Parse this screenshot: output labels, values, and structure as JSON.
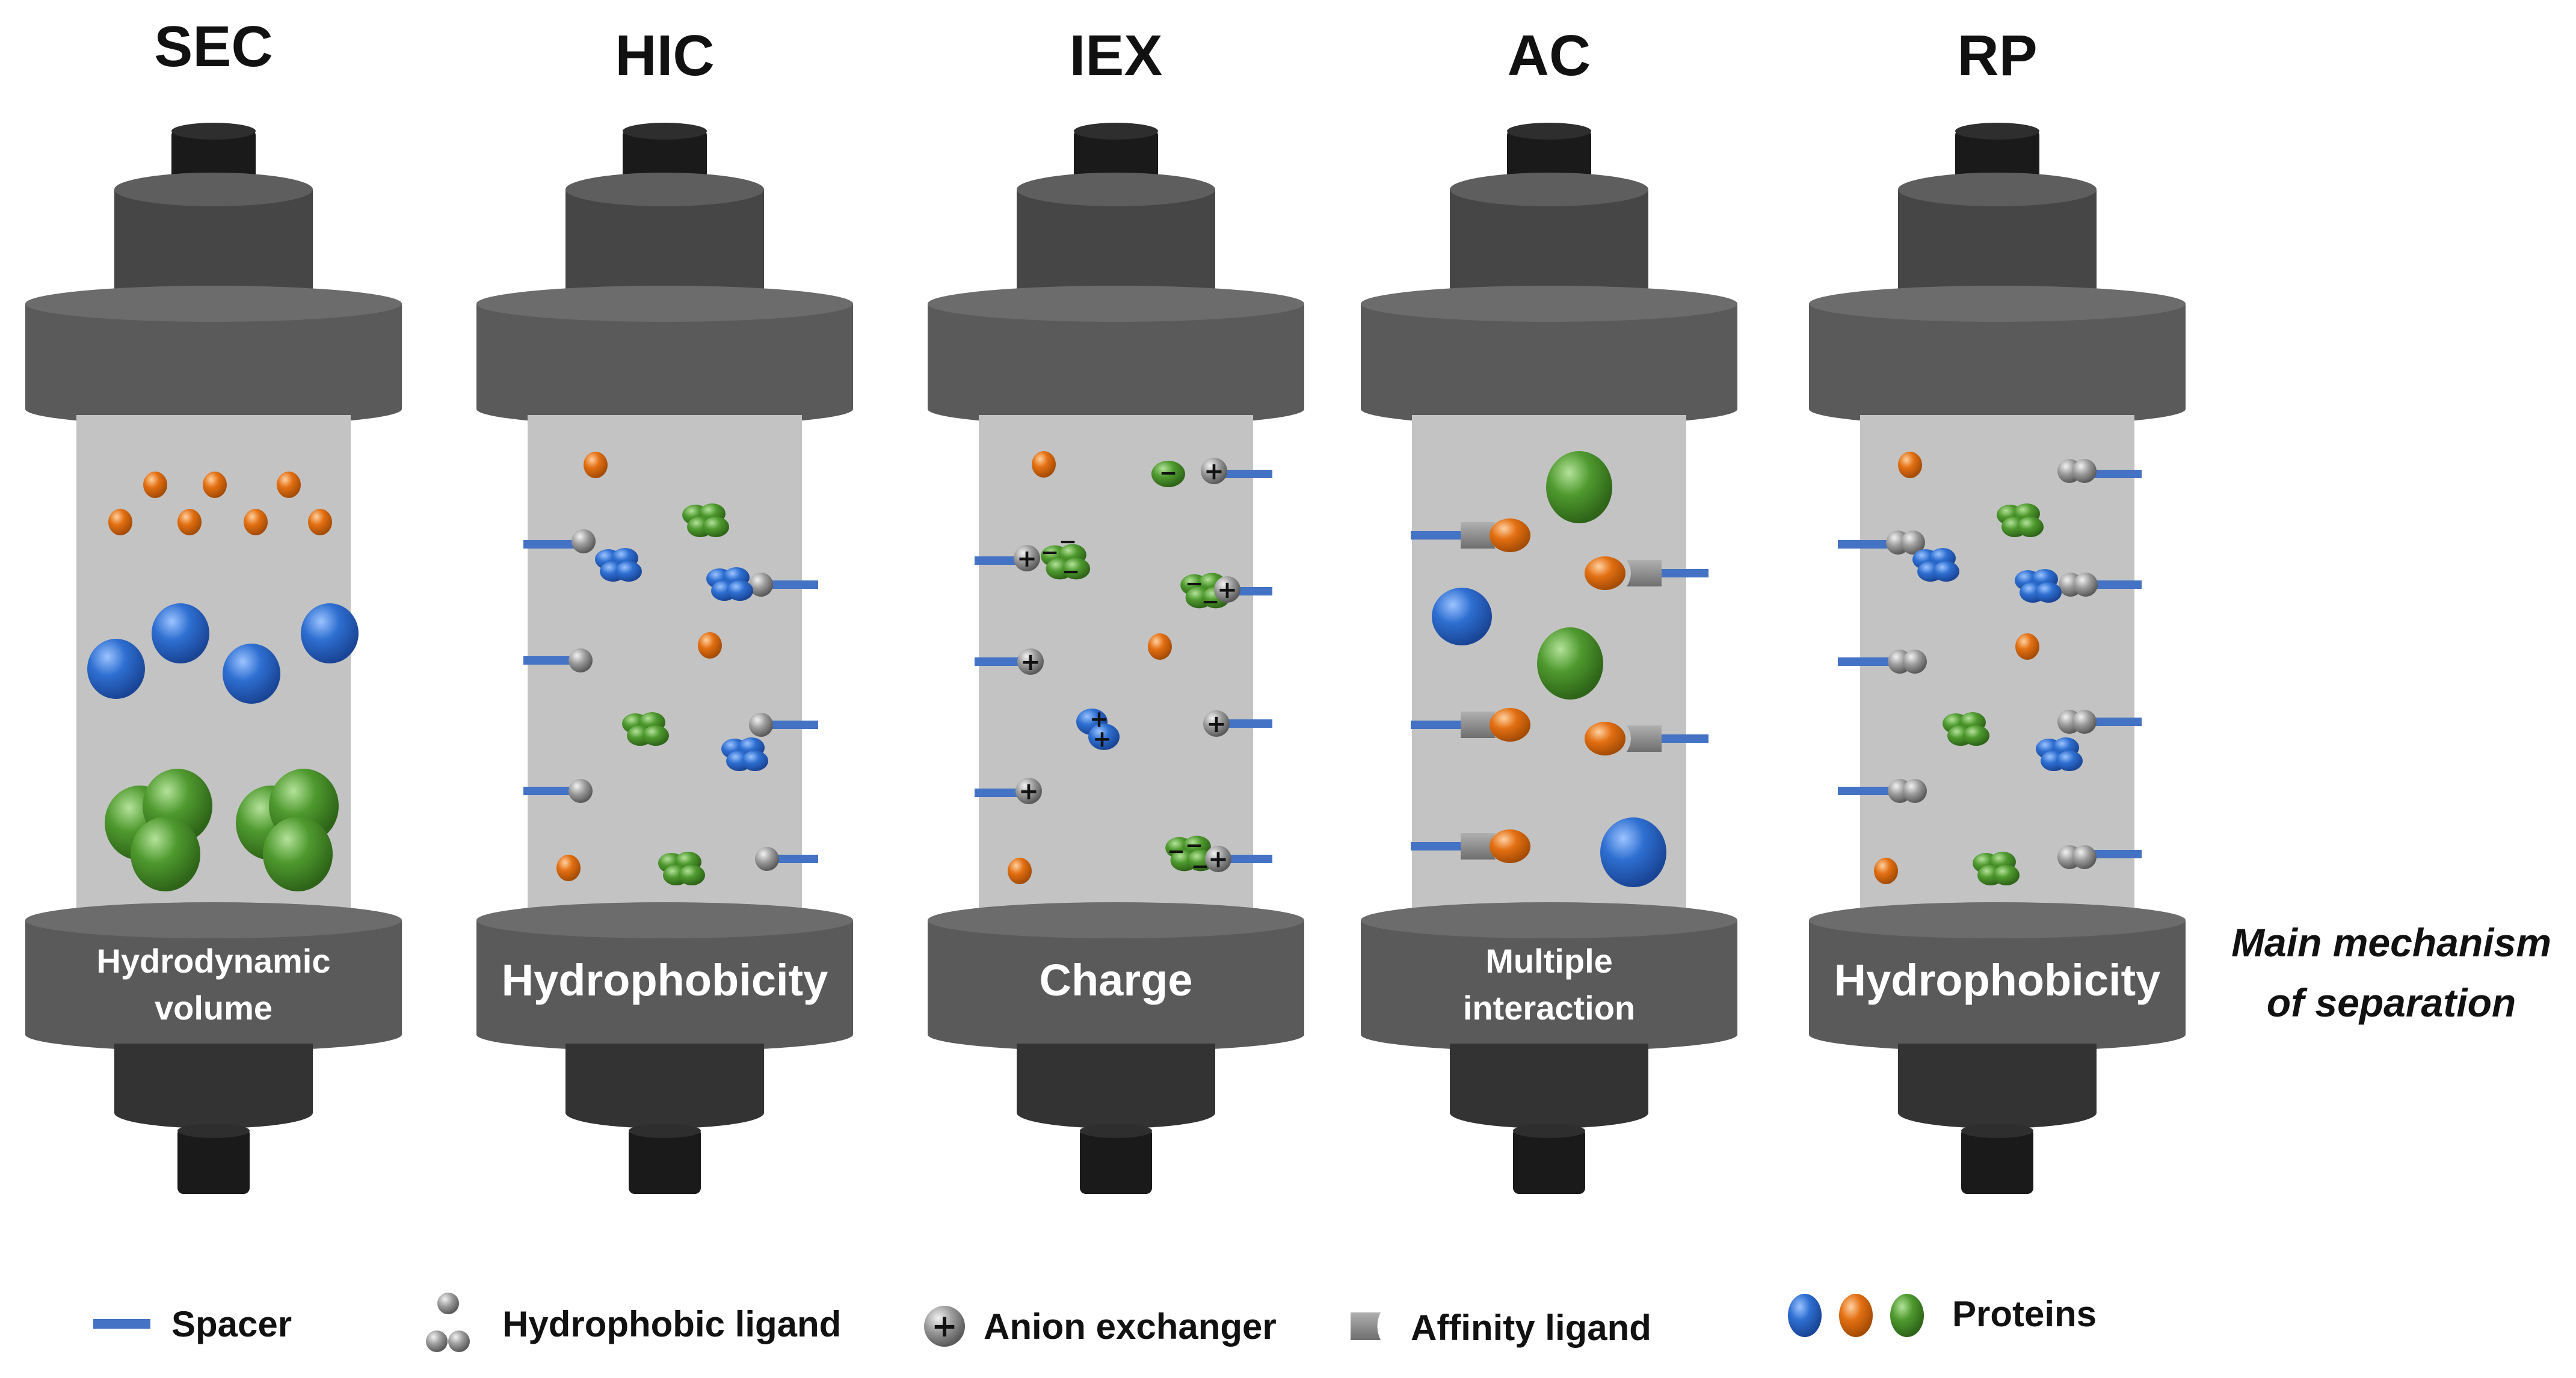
{
  "columns": [
    {
      "id": "sec",
      "title": "SEC",
      "mechanism": [
        "Hydrodynamic",
        "volume"
      ]
    },
    {
      "id": "hic",
      "title": "HIC",
      "mechanism": [
        "Hydrophobicity"
      ]
    },
    {
      "id": "iex",
      "title": "IEX",
      "mechanism": [
        "Charge"
      ]
    },
    {
      "id": "ac",
      "title": "AC",
      "mechanism": [
        "Multiple",
        "interaction"
      ]
    },
    {
      "id": "rp",
      "title": "RP",
      "mechanism": [
        "Hydrophobicity"
      ]
    }
  ],
  "mechanism_caption": {
    "line1": "Main mechanism",
    "line2": "of separation"
  },
  "legend": {
    "spacer": "Spacer",
    "hydrophobic_ligand": "Hydrophobic ligand",
    "anion_exchanger": "Anion exchanger",
    "affinity_ligand": "Affinity ligand",
    "proteins": "Proteins"
  },
  "colors": {
    "column_body": "#5a5a5a",
    "column_dark": "#3a3a3a",
    "cap": "#1a1a1a",
    "bed": "#c3c3c3",
    "spacer": "#4472c4",
    "protein_blue": "#2e6fd1",
    "protein_orange": "#e36f12",
    "protein_green": "#4f9a2f",
    "ligand": "#8a8a8a",
    "affinity": "#8c8c8c"
  }
}
